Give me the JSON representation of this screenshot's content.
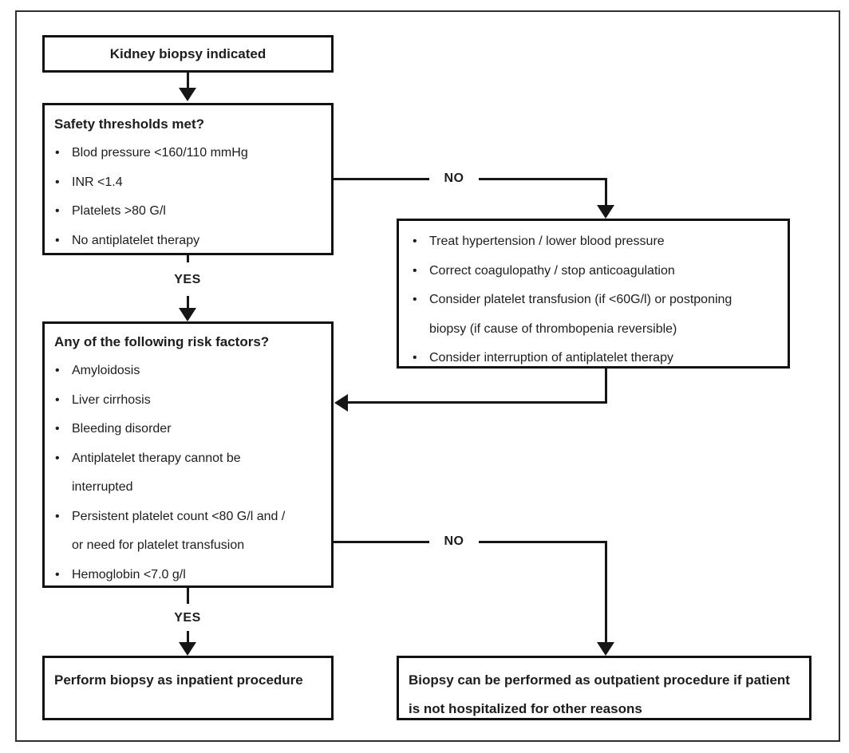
{
  "boxes": {
    "start": {
      "label": "Kidney biopsy indicated"
    },
    "safety": {
      "title": "Safety thresholds met?",
      "bullets": [
        "Blod pressure <160/110 mmHg",
        "INR <1.4",
        "Platelets >80 G/l",
        "No antiplatelet therapy"
      ]
    },
    "corrective": {
      "bullets": [
        "Treat hypertension / lower blood pressure",
        "Correct coagulopathy / stop anticoagulation",
        {
          "lines": [
            "Consider platelet transfusion (if <60G/l) or postponing",
            "biopsy (if cause of thrombopenia reversible)"
          ]
        },
        "Consider interruption of antiplatelet therapy"
      ]
    },
    "risk": {
      "title": "Any of the following risk factors?",
      "bullets": [
        "Amyloidosis",
        "Liver cirrhosis",
        "Bleeding disorder",
        {
          "lines": [
            "Antiplatelet therapy cannot be",
            "interrupted"
          ]
        },
        {
          "lines": [
            "Persistent platelet count <80 G/l and /",
            "or need for platelet transfusion"
          ]
        },
        "Hemoglobin <7.0 g/l"
      ]
    },
    "inpatient": {
      "label": "Perform biopsy as inpatient procedure"
    },
    "outpatient": {
      "lines": [
        "Biopsy can be performed as outpatient procedure if patient",
        "is not hospitalized for other reasons"
      ]
    }
  },
  "labels": {
    "safety_no": "NO",
    "safety_yes": "YES",
    "risk_no": "NO",
    "risk_yes": "YES"
  },
  "colors": {
    "background": "#ffffff",
    "box_border": "#121212",
    "frame_border": "#2f2f2f",
    "line": "#161616",
    "text": "#1d1d1d"
  }
}
